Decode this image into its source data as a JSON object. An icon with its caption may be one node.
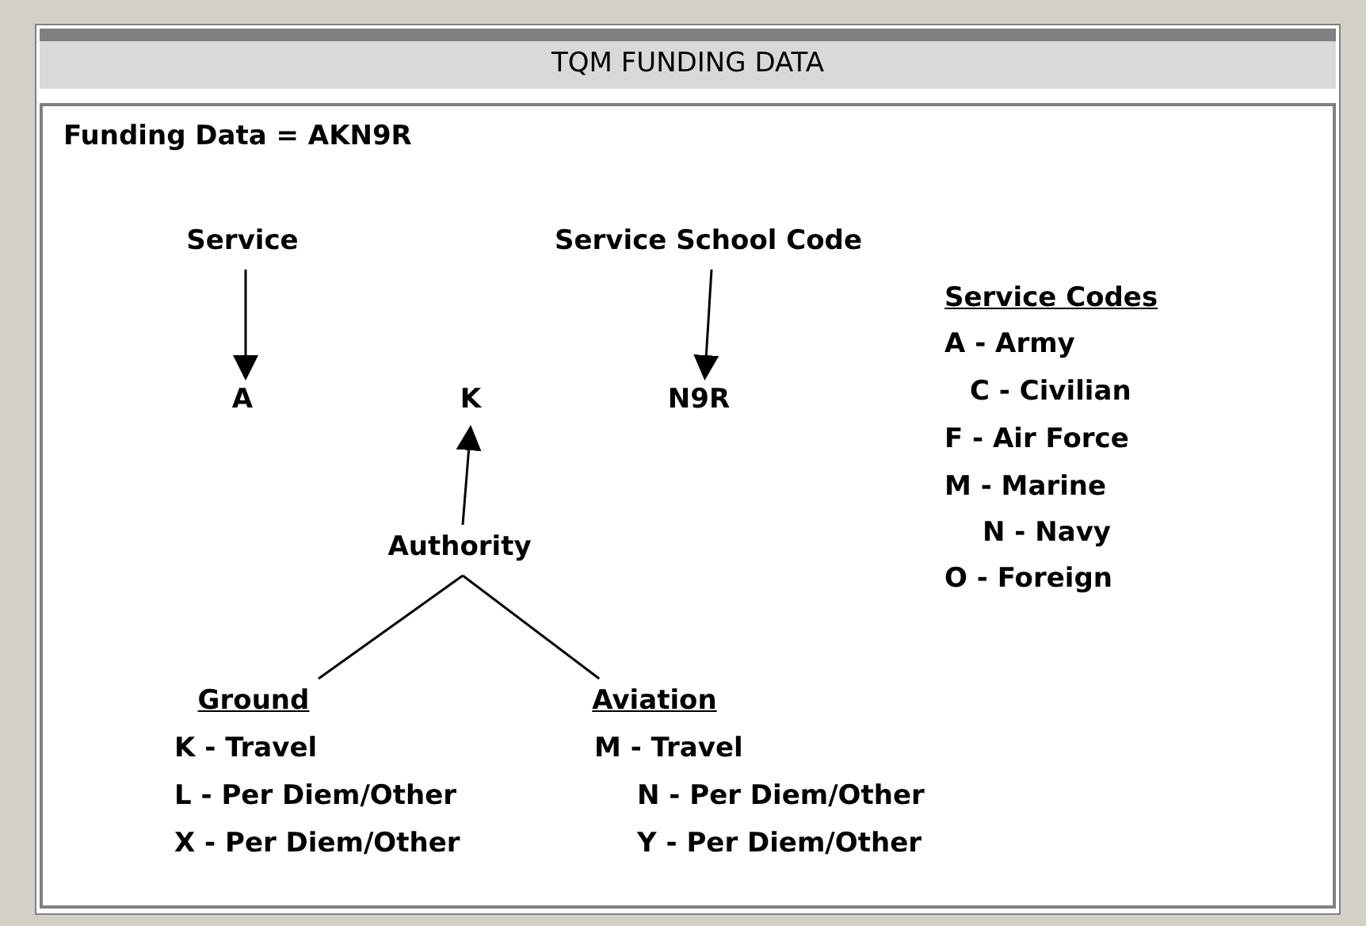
{
  "diagram": {
    "title": "TQM FUNDING DATA",
    "nodes": [
      {
        "text": [
          "Service"
        ]
      },
      {
        "text": [
          "Service School Code"
        ]
      },
      {
        "text": [
          "A"
        ]
      },
      {
        "text": [
          "K"
        ]
      },
      {
        "text": [
          "N9R"
        ]
      },
      {
        "text": [
          "Authority"
        ]
      },
      {
        "text": [
          "Ground"
        ]
      },
      {
        "text": [
          "Aviation"
        ]
      }
    ],
    "edges": [
      {
        "from": 0,
        "to": 2,
        "arrow": "to"
      },
      {
        "from": 1,
        "to": 4,
        "arrow": "to"
      },
      {
        "from": 5,
        "to": 3,
        "arrow": "to"
      },
      {
        "from": 5,
        "to": 6,
        "arrow": "none"
      },
      {
        "from": 5,
        "to": 7,
        "arrow": "none"
      }
    ],
    "labels": [
      "Funding Data = AKN9R",
      "Service Codes",
      "A - Army",
      "C - Civilian",
      "F - Air Force",
      "M - Marine",
      "N - Navy",
      "O - Foreign",
      "K - Travel",
      "M - Travel",
      "L - Per Diem/Other",
      "N - Per Diem/Other",
      "X - Per Diem/Other",
      "Y - Per Diem/Other"
    ]
  }
}
